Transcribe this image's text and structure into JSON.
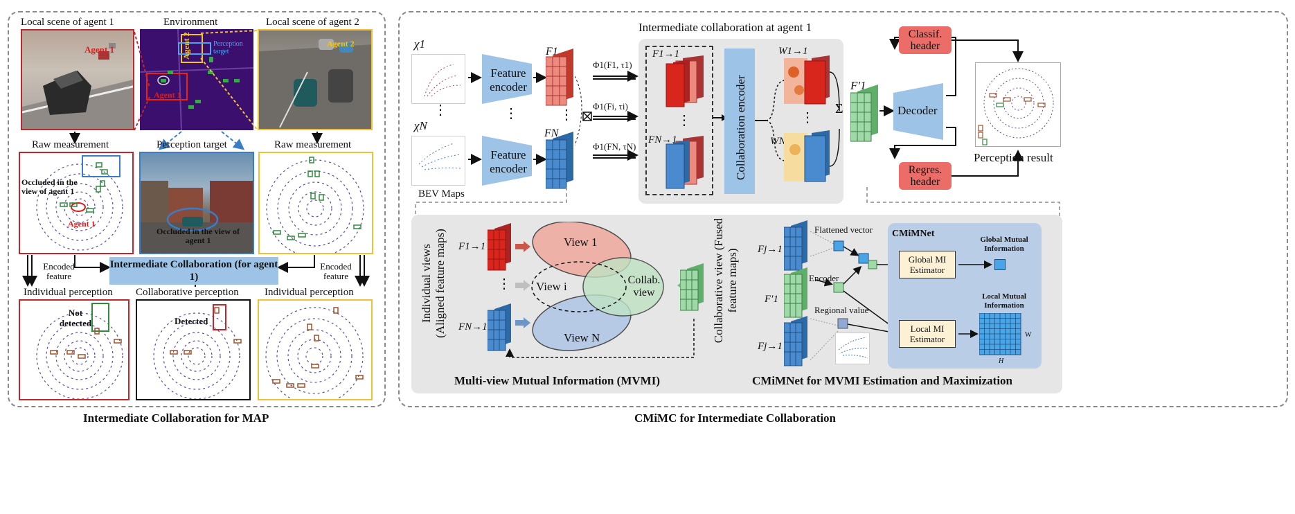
{
  "left": {
    "caption": "Intermediate Collaboration for MAP",
    "top_titles": [
      "Local scene of agent 1",
      "Environment",
      "Local scene of agent 2"
    ],
    "env_labels": {
      "agent2": "Agent 2",
      "agent1": "Agent 1",
      "target": "Perception target"
    },
    "scene1_label": "Agent 1",
    "scene2_label": "Agent 2",
    "mid_titles": [
      "Raw measurement",
      "Perception target",
      "Raw measurement"
    ],
    "occluded_left": "Occluded in the view of agent 1",
    "agent1_raw": "Agent 1",
    "occluded_center": "Occluded in the view of agent 1",
    "encoded_left": "Encoded feature",
    "encoded_right": "Encoded feature",
    "collab_box": "Intermediate Collaboration (for agent 1)",
    "bottom_titles": [
      "Individual perception",
      "Collaborative perception",
      "Individual perception"
    ],
    "not_detected": "Not detected",
    "detected": "Detected"
  },
  "right": {
    "caption": "CMiMC for Intermediate Collaboration",
    "inter_title": "Intermediate collaboration at agent 1",
    "chi1": "χ1",
    "chiN": "χN",
    "bev_label": "BEV Maps",
    "feature_encoder": "Feature encoder",
    "F1": "F1",
    "FN": "FN",
    "phi_labels": [
      "Φ1(F1, τ1)",
      "Φ1(Fi, τi)",
      "Φ1(FN, τN)"
    ],
    "F11": "F1→1",
    "FN1": "FN→1",
    "collab_encoder": "Collaboration encoder",
    "W11": "W1→1",
    "WN1": "WN→1",
    "sum": "Σ",
    "F1prime": "F′1",
    "decoder": "Decoder",
    "classif_header": "Classif. header",
    "regres_header": "Regres. header",
    "perception_result": "Perception result",
    "mvmi": {
      "individual_views": "Individual views (Aligned feature maps)",
      "view1": "View 1",
      "viewi": "View i",
      "viewN": "View N",
      "collab_view": "Collab. view",
      "collaborative_view": "Collaborative view (Fused feature maps)",
      "caption": "Multi-view Mutual Information (MVMI)",
      "F11": "F1→1",
      "FN1": "FN→1"
    },
    "cmimnet": {
      "Fj1_top": "Fj→1",
      "F1prime": "F′1",
      "Fj1_bottom": "Fj→1",
      "flattened": "Flattened vector",
      "encoder": "Encoder",
      "regional": "Regional value",
      "title": "CMiMNet",
      "global_est": "Global MI Estimator",
      "local_est": "Local MI Estimator",
      "global_info": "Global Mutual Information",
      "local_info": "Local Mutual Information",
      "W": "W",
      "H": "H",
      "caption": "CMiMNet for MVMI Estimation and Maximization"
    }
  },
  "colors": {
    "red_border": "#c0272d",
    "yellow_border": "#f2c037",
    "blue_box": "#9dc3e6",
    "salmon": "#ec6d67",
    "navy_env": "#3b0f6e",
    "green_cube": "#9fd9a7",
    "blue_cube": "#3c85c6",
    "red_cube": "#d9261c"
  }
}
